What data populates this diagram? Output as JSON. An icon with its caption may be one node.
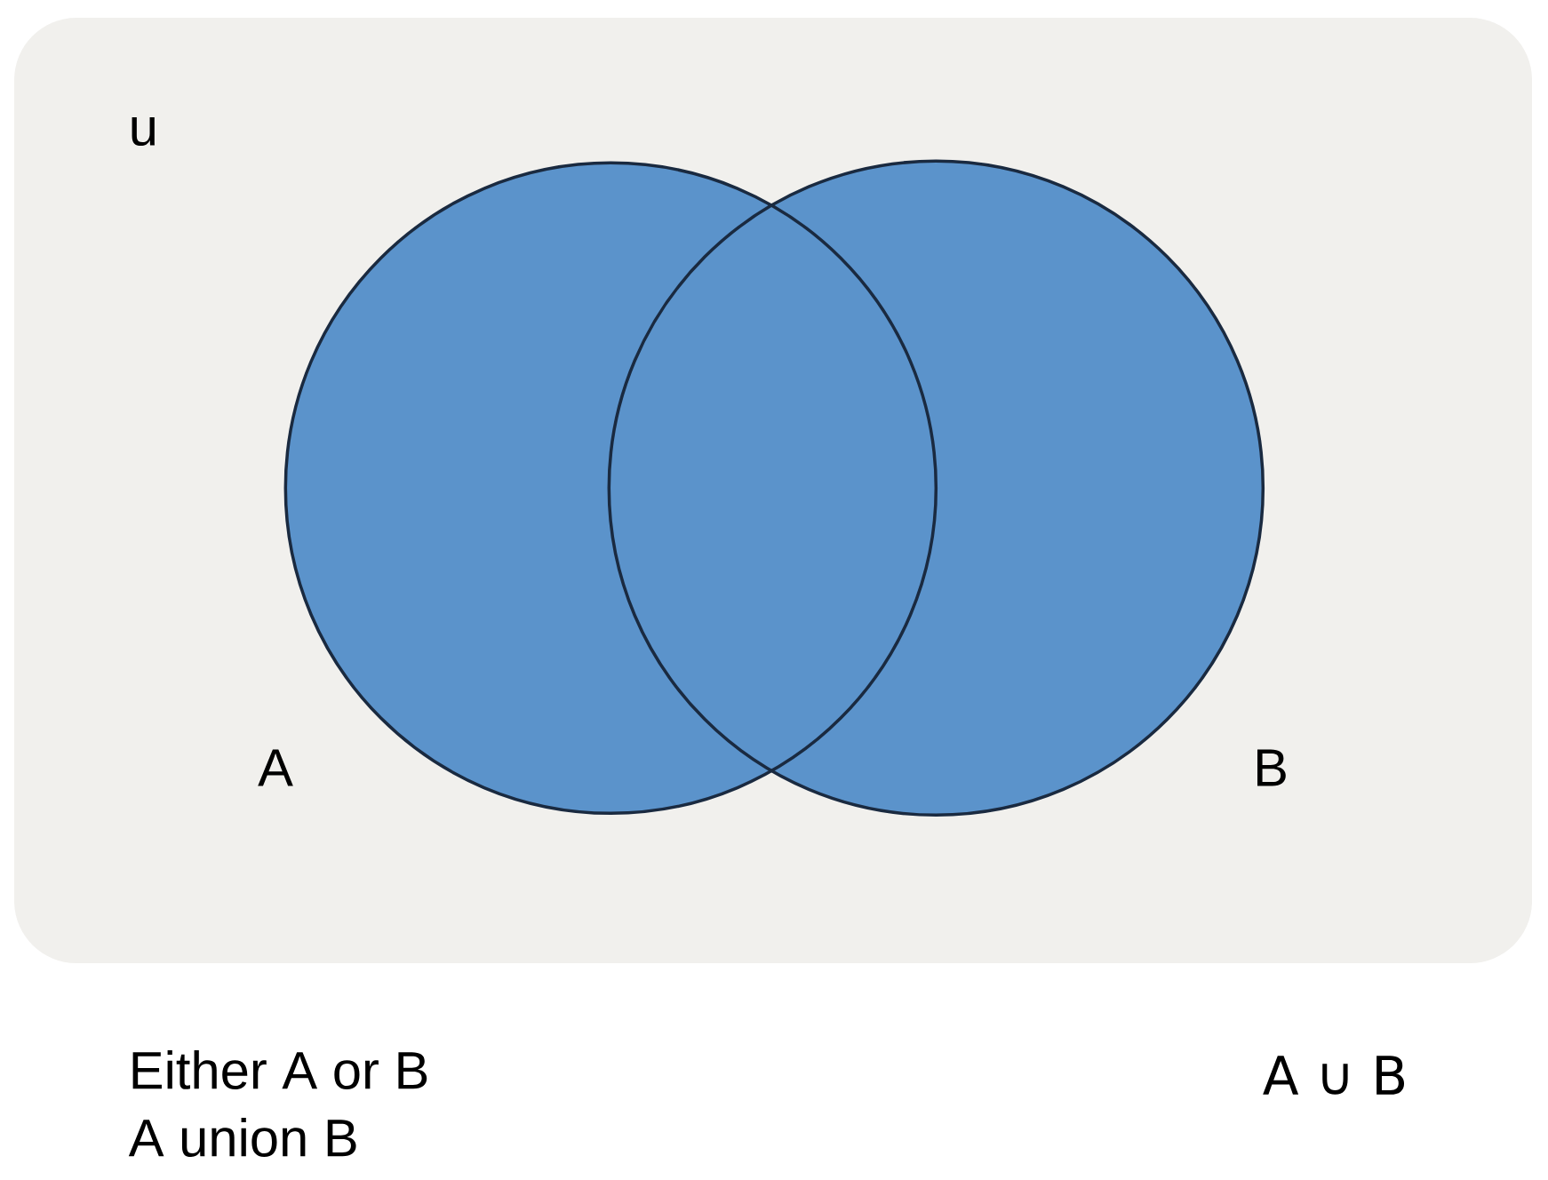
{
  "diagram": {
    "nodes": [
      {
        "text": [
          "u"
        ]
      },
      {
        "text": [],
        "shape": "circle",
        "in": 0,
        "beside": [
          "A"
        ]
      },
      {
        "text": [],
        "shape": "circle",
        "in": 0,
        "beside": [
          "B"
        ]
      }
    ],
    "labels": [
      "Either A or B",
      "A union B",
      "A ∪ B"
    ]
  }
}
